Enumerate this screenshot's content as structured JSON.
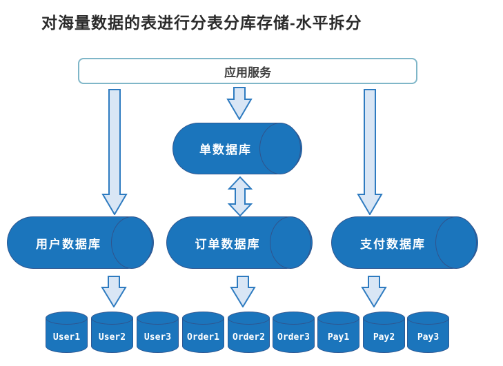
{
  "title": "对海量数据的表进行分表分库存储-水平拆分",
  "app_service": {
    "label": "应用服务"
  },
  "single_db": {
    "label": "单数据库"
  },
  "shard_dbs": {
    "user": {
      "label": "用户数据库"
    },
    "order": {
      "label": "订单数据库"
    },
    "pay": {
      "label": "支付数据库"
    }
  },
  "tables": [
    "User1",
    "User2",
    "User3",
    "Order1",
    "Order2",
    "Order3",
    "Pay1",
    "Pay2",
    "Pay3"
  ],
  "icons": {
    "down_arrow": "down-arrow",
    "double_arrow": "up-down-double-arrow"
  },
  "colors": {
    "cylinder_blue": "#1b75bc",
    "cylinder_outline": "#3e3e6e",
    "arrow_fill": "#d9e6f5",
    "arrow_stroke": "#2e7bc0",
    "app_box_border": "#7fb6c8",
    "title_text": "#2b2b2b",
    "cylinder_label_text": "#ffffff"
  }
}
